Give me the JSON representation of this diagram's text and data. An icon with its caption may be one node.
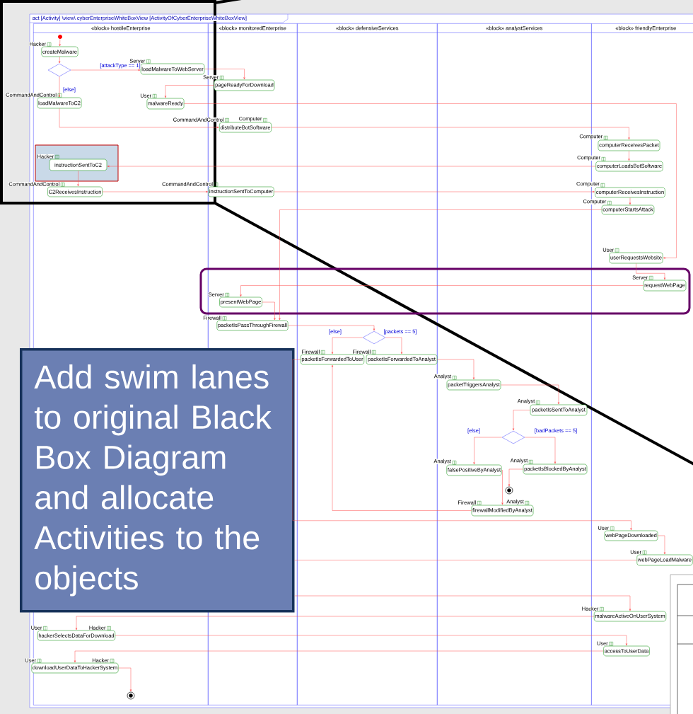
{
  "diagram": {
    "title": "act [Activity] \\view\\ cyberEnterpriseWhiteBoxView [ActivityOfCyberEnterpriseWhiteBoxView]",
    "nodes": [
      {
        "text": [
          "«block» hostileEnterprise"
        ]
      },
      {
        "text": [
          "«block» monitoredEnterprise"
        ]
      },
      {
        "text": [
          "«block» defensiveServices"
        ]
      },
      {
        "text": [
          "«block» analystServices"
        ]
      },
      {
        "text": [
          "«block» friendlyEnterprise"
        ]
      },
      {
        "text": [],
        "shape": "circle",
        "in": 0
      },
      {
        "text": [
          "createMalware"
        ],
        "beside": [
          "Hacker"
        ],
        "in": 0
      },
      {
        "text": [],
        "shape": "diamond",
        "in": 0
      },
      {
        "text": [
          "loadMalwareToWebServer"
        ],
        "beside": [
          "Server"
        ],
        "in": 0
      },
      {
        "text": [
          "pageReadyForDownload"
        ],
        "beside": [
          "Server"
        ],
        "in": 1
      },
      {
        "text": [
          "loadMalwareToC2"
        ],
        "beside": [
          "CommandAndControl"
        ],
        "in": 0
      },
      {
        "text": [
          "malwareReady"
        ],
        "beside": [
          "User"
        ],
        "in": 0
      },
      {
        "text": [
          "distributeBotSoftware"
        ],
        "beside": [
          "CommandAndControl",
          "Computer"
        ],
        "in": 1
      },
      {
        "text": [
          "computerReceivesPacket"
        ],
        "beside": [
          "Computer"
        ],
        "in": 4
      },
      {
        "text": [
          "computerLoadsBotSoftware"
        ],
        "beside": [
          "Computer"
        ],
        "in": 4
      },
      {
        "text": [
          "instructionSentToC2"
        ],
        "beside": [
          "Hacker"
        ],
        "in": 0
      },
      {
        "text": [
          "C2ReceivesInstruction"
        ],
        "beside": [
          "CommandAndControl"
        ],
        "in": 0
      },
      {
        "text": [
          "instructionSentToComputer"
        ],
        "beside": [
          "CommandAndControl"
        ],
        "in": 1
      },
      {
        "text": [
          "computerReceivesInstruction"
        ],
        "beside": [
          "Computer"
        ],
        "in": 4
      },
      {
        "text": [
          "computerStartsAttack"
        ],
        "beside": [
          "Computer"
        ],
        "in": 4
      },
      {
        "text": [
          "userRequestsWebsite"
        ],
        "beside": [
          "User"
        ],
        "in": 4
      },
      {
        "text": [
          "requestWebPage"
        ],
        "beside": [
          "Server"
        ],
        "in": 4
      },
      {
        "text": [
          "presentWebPage"
        ],
        "beside": [
          "Server"
        ],
        "in": 1
      },
      {
        "text": [
          "packetIsPassThroughFirewall"
        ],
        "beside": [
          "Firewall"
        ],
        "in": 1
      },
      {
        "text": [],
        "shape": "diamond",
        "in": 2
      },
      {
        "text": [
          "packetIsForwardedToUser"
        ],
        "beside": [
          "Firewall"
        ],
        "in": 2
      },
      {
        "text": [
          "packetIsForwardedToAnalyst"
        ],
        "beside": [
          "Firewall"
        ],
        "in": 2
      },
      {
        "text": [
          "packetTriggersAnalyst"
        ],
        "beside": [
          "Analyst"
        ],
        "in": 3
      },
      {
        "text": [
          "packetIsSentToAnalyst"
        ],
        "beside": [
          "Analyst"
        ],
        "in": 3
      },
      {
        "text": [],
        "shape": "diamond",
        "in": 3
      },
      {
        "text": [
          "falsePositiveByAnalyst"
        ],
        "beside": [
          "Analyst"
        ],
        "in": 3
      },
      {
        "text": [
          "packetIsBlockedByAnalyst"
        ],
        "beside": [
          "Analyst"
        ],
        "in": 3
      },
      {
        "text": [],
        "shape": "circle",
        "in": 3
      },
      {
        "text": [
          "firewallModifiedByAnalyst"
        ],
        "beside": [
          "Firewall",
          "Analyst"
        ],
        "in": 3
      },
      {
        "text": [
          "webPageDownloaded"
        ],
        "beside": [
          "User"
        ],
        "in": 4
      },
      {
        "text": [
          "webPageLoadMalware"
        ],
        "beside": [
          "User"
        ],
        "in": 4
      },
      {
        "text": [
          "malwareActiveOnUserSystem"
        ],
        "beside": [
          "Hacker"
        ],
        "in": 4
      },
      {
        "text": [
          "hackerSelectsDataForDownload"
        ],
        "beside": [
          "User",
          "Hacker"
        ],
        "in": 0
      },
      {
        "text": [
          "accessToUserData"
        ],
        "beside": [
          "User"
        ],
        "in": 4
      },
      {
        "text": [
          "downloadUserDataToHackerSystem"
        ],
        "beside": [
          "User",
          "Hacker"
        ],
        "in": 0
      },
      {
        "text": [],
        "shape": "circle",
        "in": 0
      },
      {
        "text": [
          "Add swim lanes to original Black Box Diagram and allocate Activities to the objects"
        ]
      }
    ],
    "edges": [
      {
        "from": 5,
        "to": 6,
        "arrow": "to"
      },
      {
        "from": 6,
        "to": 7,
        "arrow": "to"
      },
      {
        "from": 7,
        "to": 8,
        "arrow": "to",
        "label": "[attackType == 1]"
      },
      {
        "from": 7,
        "to": 10,
        "arrow": "to",
        "label": "[else]"
      },
      {
        "from": 8,
        "to": 9,
        "arrow": "to"
      },
      {
        "from": 9,
        "to": 11,
        "arrow": "to"
      },
      {
        "from": 10,
        "to": 12,
        "arrow": "to"
      },
      {
        "from": 11,
        "to": 20,
        "arrow": "to"
      },
      {
        "from": 12,
        "to": 13,
        "arrow": "to"
      },
      {
        "from": 13,
        "to": 14,
        "arrow": "to"
      },
      {
        "from": 14,
        "to": 15,
        "arrow": "to"
      },
      {
        "from": 15,
        "to": 16,
        "arrow": "to"
      },
      {
        "from": 16,
        "to": 17,
        "arrow": "to"
      },
      {
        "from": 17,
        "to": 18,
        "arrow": "to"
      },
      {
        "from": 18,
        "to": 19,
        "arrow": "to"
      },
      {
        "from": 19,
        "to": 23,
        "arrow": "to"
      },
      {
        "from": 20,
        "to": 21,
        "arrow": "to"
      },
      {
        "from": 21,
        "to": 22,
        "arrow": "to"
      },
      {
        "from": 22,
        "to": 23,
        "arrow": "to"
      },
      {
        "from": 23,
        "to": 24,
        "arrow": "to"
      },
      {
        "from": 24,
        "to": 25,
        "arrow": "to",
        "label": "[else]"
      },
      {
        "from": 24,
        "to": 26,
        "arrow": "to",
        "label": "[packets == 5]"
      },
      {
        "from": 26,
        "to": 27,
        "arrow": "to"
      },
      {
        "from": 27,
        "to": 28,
        "arrow": "to"
      },
      {
        "from": 28,
        "to": 29,
        "arrow": "to"
      },
      {
        "from": 29,
        "to": 30,
        "arrow": "to",
        "label": "[else]"
      },
      {
        "from": 29,
        "to": 31,
        "arrow": "to",
        "label": "[badPackets == 5]"
      },
      {
        "from": 31,
        "to": 32,
        "arrow": "to"
      },
      {
        "from": 30,
        "to": 33,
        "arrow": "to"
      },
      {
        "from": 33,
        "to": 25,
        "arrow": "to"
      },
      {
        "from": 25,
        "to": 34,
        "arrow": "to"
      },
      {
        "from": 34,
        "to": 35,
        "arrow": "to"
      },
      {
        "from": 35,
        "to": 41,
        "arrow": "none"
      },
      {
        "from": 41,
        "to": 36,
        "arrow": "to"
      },
      {
        "from": 36,
        "to": 37,
        "arrow": "to"
      },
      {
        "from": 37,
        "to": 38,
        "arrow": "to"
      },
      {
        "from": 38,
        "to": 39,
        "arrow": "to"
      },
      {
        "from": 39,
        "to": 40,
        "arrow": "to"
      }
    ]
  }
}
